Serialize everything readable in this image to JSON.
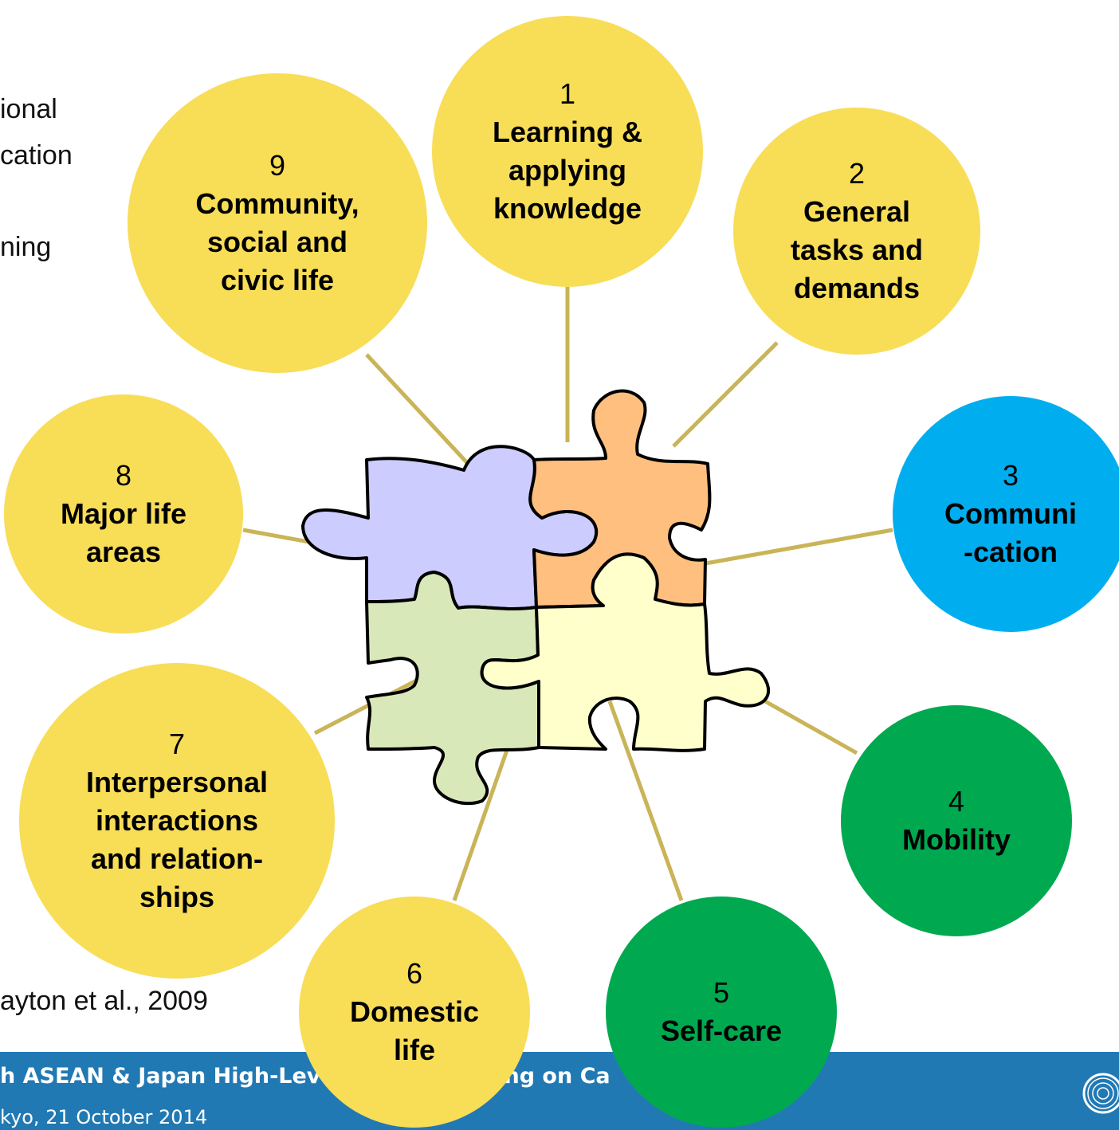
{
  "left_fragments": [
    "ional",
    "cation",
    "ning",
    "ayton et al., 2009"
  ],
  "footer": {
    "title_part1": "h ASEAN & Japan High-Lev",
    "title_part2": "eting on Ca",
    "subtitle": "kyo, 21 October 2014"
  },
  "domains": [
    {
      "id": "learning",
      "number": "1",
      "lines": [
        "Learning &",
        "applying",
        "knowledge"
      ],
      "color": "#f8dd57"
    },
    {
      "id": "general",
      "number": "2",
      "lines": [
        "General",
        "tasks and",
        "demands"
      ],
      "color": "#f8dd57"
    },
    {
      "id": "communication",
      "number": "3",
      "lines": [
        "Communi",
        "-cation"
      ],
      "color": "#00aeef"
    },
    {
      "id": "mobility",
      "number": "4",
      "lines": [
        "Mobility"
      ],
      "color": "#00a94f"
    },
    {
      "id": "selfcare",
      "number": "5",
      "lines": [
        "Self-care"
      ],
      "color": "#00a94f"
    },
    {
      "id": "domestic",
      "number": "6",
      "lines": [
        "Domestic",
        "life"
      ],
      "color": "#f8dd57"
    },
    {
      "id": "interpersonal",
      "number": "7",
      "lines": [
        "Interpersonal",
        "interactions",
        "and relation-",
        "ships"
      ],
      "color": "#f8dd57"
    },
    {
      "id": "major",
      "number": "8",
      "lines": [
        "Major life",
        "areas"
      ],
      "color": "#f8dd57"
    },
    {
      "id": "community",
      "number": "9",
      "lines": [
        "Community,",
        "social and",
        "civic life"
      ],
      "color": "#f8dd57"
    }
  ],
  "connector_color": "#c9b458",
  "puzzle_colors": {
    "top_left": "#ccccff",
    "top_right": "#ffbf7f",
    "bottom_left": "#d9e8b8",
    "bottom_right": "#ffffcc"
  },
  "footer_color": "#2179b4"
}
